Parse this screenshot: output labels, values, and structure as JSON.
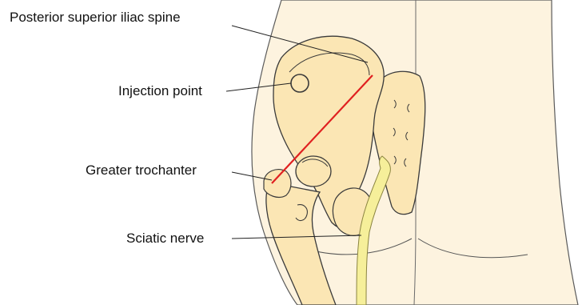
{
  "labels": {
    "psis": "Posterior superior iliac spine",
    "injection": "Injection point",
    "trochanter": "Greater trochanter",
    "sciatic": "Sciatic nerve"
  },
  "colors": {
    "skin": "#fdf3df",
    "bone": "#fbe6b4",
    "outline": "#3a3a3a",
    "nerve": "#f6ef9a",
    "reference_line": "#e02020",
    "leader": "#222222"
  }
}
